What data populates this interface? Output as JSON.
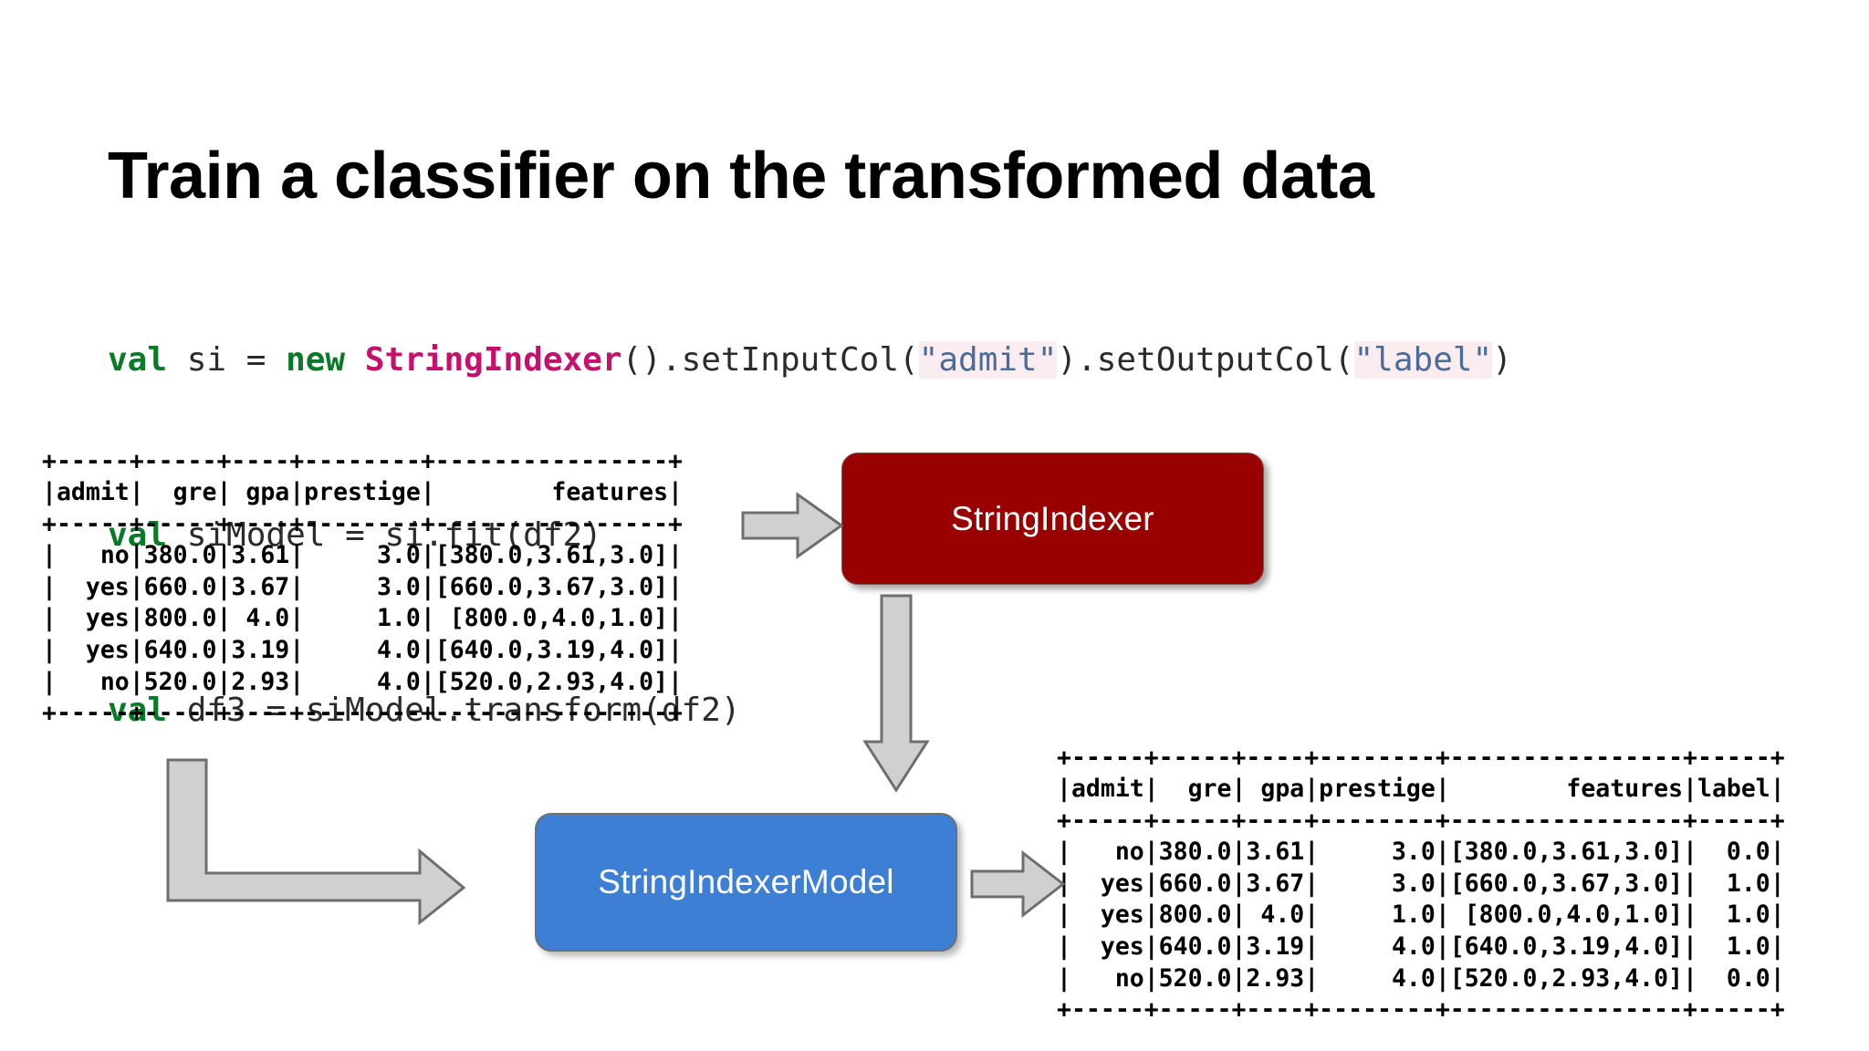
{
  "slide": {
    "title": "Train a classifier on the transformed data"
  },
  "code": {
    "lines": [
      {
        "id": "code-line-1",
        "tokens": [
          {
            "t": "val",
            "k": "kw"
          },
          {
            "t": " si = ",
            "k": "plain"
          },
          {
            "t": "new",
            "k": "kw"
          },
          {
            "t": " ",
            "k": "plain"
          },
          {
            "t": "StringIndexer",
            "k": "type"
          },
          {
            "t": "().setInputCol(",
            "k": "plain"
          },
          {
            "t": "\"admit\"",
            "k": "str"
          },
          {
            "t": ").setOutputCol(",
            "k": "plain"
          },
          {
            "t": "\"label\"",
            "k": "str"
          },
          {
            "t": ")",
            "k": "plain"
          }
        ]
      },
      {
        "id": "code-line-2",
        "tokens": [
          {
            "t": "val",
            "k": "kw"
          },
          {
            "t": " siModel = si.fit(df2)",
            "k": "plain"
          }
        ]
      },
      {
        "id": "code-line-3",
        "tokens": [
          {
            "t": "val",
            "k": "kw"
          },
          {
            "t": " df3 = siModel.transform(df2)",
            "k": "plain"
          }
        ]
      }
    ]
  },
  "input_table": {
    "name": "df2-preview",
    "columns": [
      "admit",
      "gre",
      "gpa",
      "prestige",
      "features"
    ],
    "rows": [
      {
        "admit": "no",
        "gre": "380.0",
        "gpa": "3.61",
        "prestige": "3.0",
        "features": "[380.0,3.61,3.0]"
      },
      {
        "admit": "yes",
        "gre": "660.0",
        "gpa": "3.67",
        "prestige": "3.0",
        "features": "[660.0,3.67,3.0]"
      },
      {
        "admit": "yes",
        "gre": "800.0",
        "gpa": "4.0",
        "prestige": "1.0",
        "features": "[800.0,4.0,1.0]"
      },
      {
        "admit": "yes",
        "gre": "640.0",
        "gpa": "3.19",
        "prestige": "4.0",
        "features": "[640.0,3.19,4.0]"
      },
      {
        "admit": "no",
        "gre": "520.0",
        "gpa": "2.93",
        "prestige": "4.0",
        "features": "[520.0,2.93,4.0]"
      }
    ],
    "text": "+-----+-----+----+--------+----------------+\n|admit|  gre| gpa|prestige|        features|\n+-----+-----+----+--------+----------------+\n|   no|380.0|3.61|     3.0|[380.0,3.61,3.0]|\n|  yes|660.0|3.67|     3.0|[660.0,3.67,3.0]|\n|  yes|800.0| 4.0|     1.0| [800.0,4.0,1.0]|\n|  yes|640.0|3.19|     4.0|[640.0,3.19,4.0]|\n|   no|520.0|2.93|     4.0|[520.0,2.93,4.0]|\n+-----+-----+----+--------+----------------+"
  },
  "output_table": {
    "name": "df3-preview",
    "columns": [
      "admit",
      "gre",
      "gpa",
      "prestige",
      "features",
      "label"
    ],
    "rows": [
      {
        "admit": "no",
        "gre": "380.0",
        "gpa": "3.61",
        "prestige": "3.0",
        "features": "[380.0,3.61,3.0]",
        "label": "0.0"
      },
      {
        "admit": "yes",
        "gre": "660.0",
        "gpa": "3.67",
        "prestige": "3.0",
        "features": "[660.0,3.67,3.0]",
        "label": "1.0"
      },
      {
        "admit": "yes",
        "gre": "800.0",
        "gpa": "4.0",
        "prestige": "1.0",
        "features": "[800.0,4.0,1.0]",
        "label": "1.0"
      },
      {
        "admit": "yes",
        "gre": "640.0",
        "gpa": "3.19",
        "prestige": "4.0",
        "features": "[640.0,3.19,4.0]",
        "label": "1.0"
      },
      {
        "admit": "no",
        "gre": "520.0",
        "gpa": "2.93",
        "prestige": "4.0",
        "features": "[520.0,2.93,4.0]",
        "label": "0.0"
      }
    ],
    "text": "+-----+-----+----+--------+----------------+-----+\n|admit|  gre| gpa|prestige|        features|label|\n+-----+-----+----+--------+----------------+-----+\n|   no|380.0|3.61|     3.0|[380.0,3.61,3.0]|  0.0|\n|  yes|660.0|3.67|     3.0|[660.0,3.67,3.0]|  1.0|\n|  yes|800.0| 4.0|     1.0| [800.0,4.0,1.0]|  1.0|\n|  yes|640.0|3.19|     4.0|[640.0,3.19,4.0]|  1.0|\n|   no|520.0|2.93|     4.0|[520.0,2.93,4.0]|  0.0|\n+-----+-----+----+--------+----------------+-----+"
  },
  "boxes": {
    "estimator": {
      "label": "StringIndexer",
      "color": "#990000"
    },
    "model": {
      "label": "StringIndexerModel",
      "color": "#3c7fd4"
    }
  },
  "arrows": {
    "fill": "#d0d0d0",
    "stroke": "#6e6e6e",
    "items": [
      {
        "name": "arrow-table-to-si",
        "direction": "right"
      },
      {
        "name": "arrow-si-to-sim",
        "direction": "down"
      },
      {
        "name": "arrow-sim-to-table",
        "direction": "right"
      },
      {
        "name": "arrow-elbow-feedback",
        "direction": "elbow-down-right"
      }
    ]
  }
}
